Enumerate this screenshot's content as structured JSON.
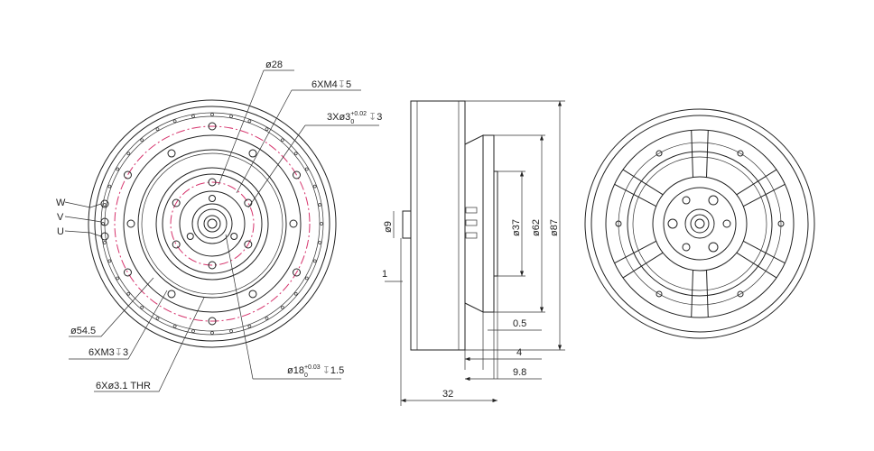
{
  "title": "Motor dimension drawing",
  "front_view": {
    "phase_labels": [
      "W",
      "V",
      "U"
    ],
    "callouts": {
      "d28": "ø28",
      "m4": {
        "text": "6XM4",
        "depth_symbol": "↧",
        "depth": "5"
      },
      "d3": {
        "text": "3Xø3",
        "tol_upper": "+0.02",
        "tol_lower": "0",
        "depth_symbol": "↧",
        "depth": "3"
      },
      "d545": "ø54.5",
      "m3": {
        "text": "6XM3",
        "depth_symbol": "↧",
        "depth": "3"
      },
      "thr": "6Xø3.1  THR",
      "d18": {
        "text": "ø18",
        "tol_upper": "+0.03",
        "tol_lower": "0",
        "depth_symbol": "↧",
        "depth": "1.5"
      }
    }
  },
  "side_view": {
    "dims": {
      "shaft": "ø9",
      "lip": "1",
      "d37": "ø37",
      "d62": "ø62",
      "d87": "ø87",
      "d05": "0.5",
      "d4": "4",
      "d98": "9.8",
      "length": "32"
    }
  },
  "colors": {
    "line": "#222222",
    "center_line": "#d6336c"
  }
}
